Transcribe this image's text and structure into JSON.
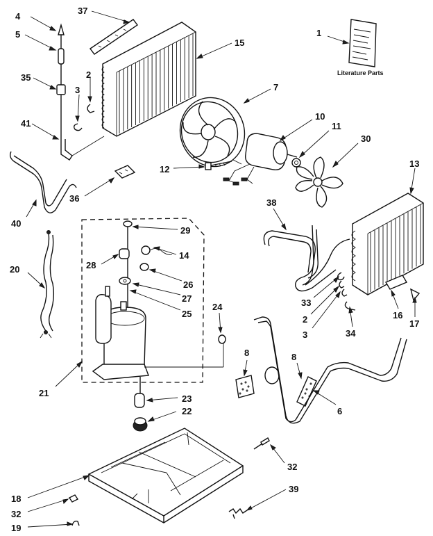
{
  "diagram": {
    "literature_caption": "Literature Parts",
    "callouts": [
      {
        "id": "c4",
        "text": "4"
      },
      {
        "id": "c37",
        "text": "37"
      },
      {
        "id": "c5",
        "text": "5"
      },
      {
        "id": "c15",
        "text": "15"
      },
      {
        "id": "c1",
        "text": "1"
      },
      {
        "id": "c35",
        "text": "35"
      },
      {
        "id": "c2a",
        "text": "2"
      },
      {
        "id": "c3a",
        "text": "3"
      },
      {
        "id": "c7",
        "text": "7"
      },
      {
        "id": "c41",
        "text": "41"
      },
      {
        "id": "c10",
        "text": "10"
      },
      {
        "id": "c11",
        "text": "11"
      },
      {
        "id": "c30",
        "text": "30"
      },
      {
        "id": "c12",
        "text": "12"
      },
      {
        "id": "c13",
        "text": "13"
      },
      {
        "id": "c36",
        "text": "36"
      },
      {
        "id": "c40",
        "text": "40"
      },
      {
        "id": "c38",
        "text": "38"
      },
      {
        "id": "c29",
        "text": "29"
      },
      {
        "id": "c14",
        "text": "14"
      },
      {
        "id": "c28",
        "text": "28"
      },
      {
        "id": "c20",
        "text": "20"
      },
      {
        "id": "c26",
        "text": "26"
      },
      {
        "id": "c27",
        "text": "27"
      },
      {
        "id": "c25",
        "text": "25"
      },
      {
        "id": "c33",
        "text": "33"
      },
      {
        "id": "c24",
        "text": "24"
      },
      {
        "id": "c2b",
        "text": "2"
      },
      {
        "id": "c16",
        "text": "16"
      },
      {
        "id": "c17",
        "text": "17"
      },
      {
        "id": "c3b",
        "text": "3"
      },
      {
        "id": "c34",
        "text": "34"
      },
      {
        "id": "c8a",
        "text": "8"
      },
      {
        "id": "c8b",
        "text": "8"
      },
      {
        "id": "c21",
        "text": "21"
      },
      {
        "id": "c6",
        "text": "6"
      },
      {
        "id": "c23",
        "text": "23"
      },
      {
        "id": "c22",
        "text": "22"
      },
      {
        "id": "c32a",
        "text": "32"
      },
      {
        "id": "c18",
        "text": "18"
      },
      {
        "id": "c39",
        "text": "39"
      },
      {
        "id": "c32b",
        "text": "32"
      },
      {
        "id": "c19",
        "text": "19"
      }
    ]
  }
}
